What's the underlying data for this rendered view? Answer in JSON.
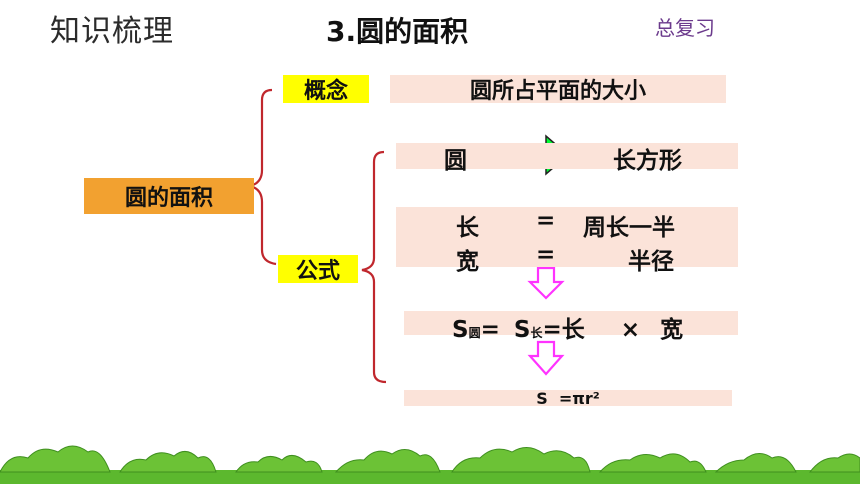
{
  "header": {
    "section": "知识梳理",
    "title": "3.圆的面积",
    "tag": "总复习"
  },
  "root": "圆的面积",
  "branches": {
    "concept": "概念",
    "formula": "公式"
  },
  "concept_text": "圆所占平面的大小",
  "transform": {
    "from": "圆",
    "to": "长方形"
  },
  "relations": [
    {
      "left": "长",
      "eq": "=",
      "right": "周长一半"
    },
    {
      "left": "宽",
      "eq": "=",
      "right": "半径"
    }
  ],
  "area_equation": {
    "S": "S",
    "sub_circle": "圆",
    "eq": "=",
    "sub_rect": "长",
    "rhs": "=长",
    "times": "×",
    "last": "宽"
  },
  "final_formula": "S  =πr²",
  "colors": {
    "bracket": "#c0272d",
    "arrow_green": "#00ff33",
    "arrow_magenta": "#ff33ff",
    "grass": "#5cb82e"
  }
}
